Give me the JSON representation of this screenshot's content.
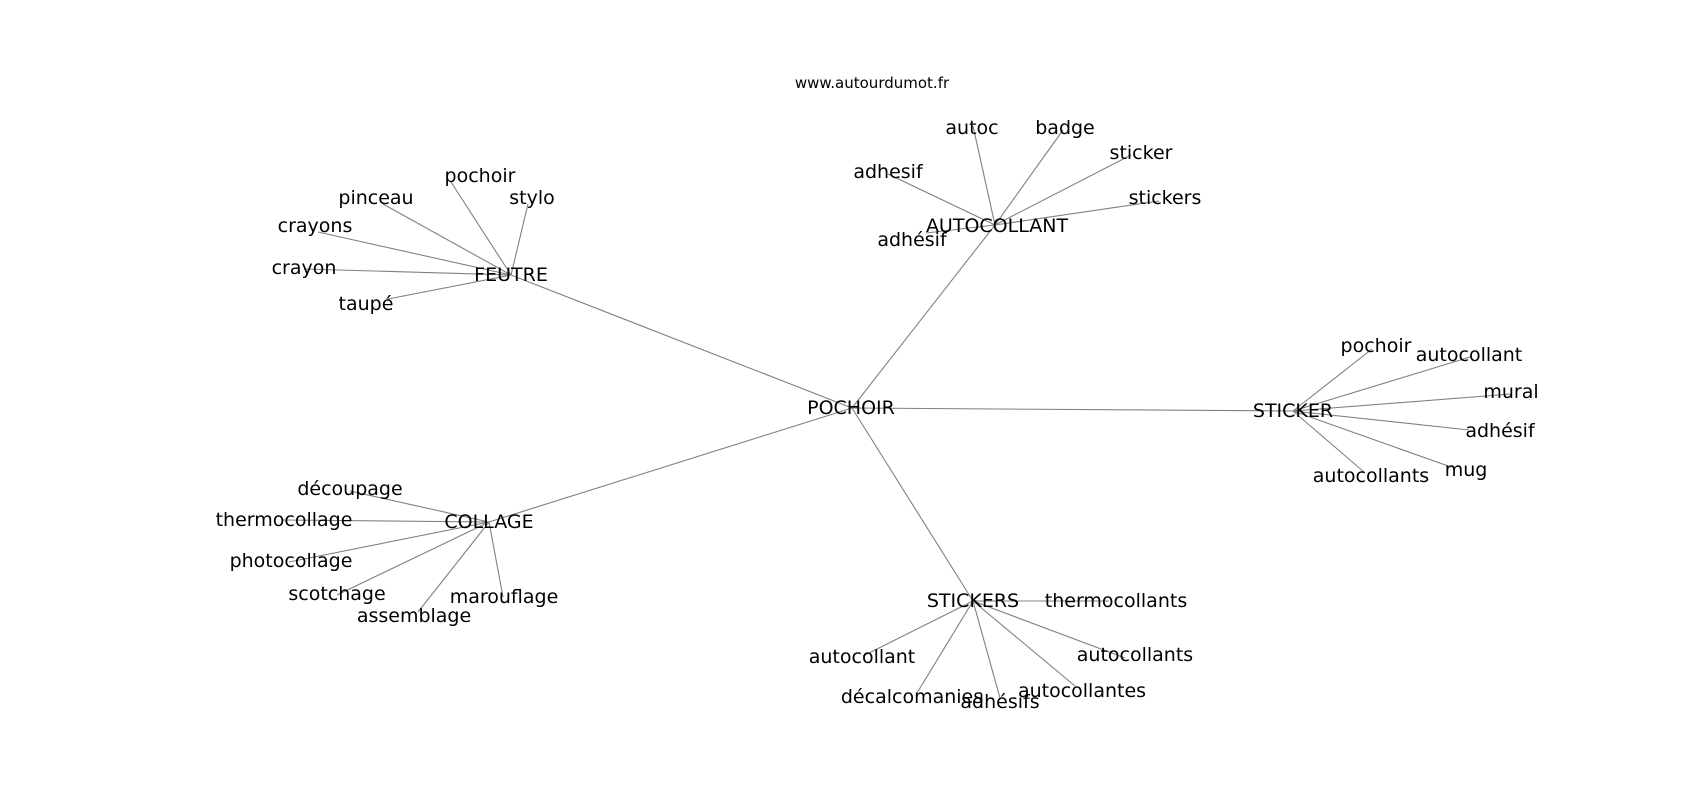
{
  "source_text": "www.autourdumot.fr",
  "root": "POCHOIR",
  "branches": [
    {
      "label": "FEUTRE",
      "words": [
        "pochoir",
        "stylo",
        "pinceau",
        "crayons",
        "crayon",
        "taupé"
      ]
    },
    {
      "label": "AUTOCOLLANT",
      "words": [
        "autoc",
        "badge",
        "sticker",
        "stickers",
        "adhesif",
        "adhésif"
      ]
    },
    {
      "label": "STICKER",
      "words": [
        "pochoir",
        "autocollant",
        "mural",
        "adhésif",
        "mug",
        "autocollants"
      ]
    },
    {
      "label": "COLLAGE",
      "words": [
        "découpage",
        "thermocollage",
        "photocollage",
        "scotchage",
        "assemblage",
        "marouflage"
      ]
    },
    {
      "label": "STICKERS",
      "words": [
        "thermocollants",
        "autocollants",
        "autocollantes",
        "adhésifs",
        "décalcomanies",
        "autocollant"
      ]
    }
  ],
  "colors": {
    "edge": "#808080",
    "text": "#000000",
    "background": "#ffffff"
  }
}
